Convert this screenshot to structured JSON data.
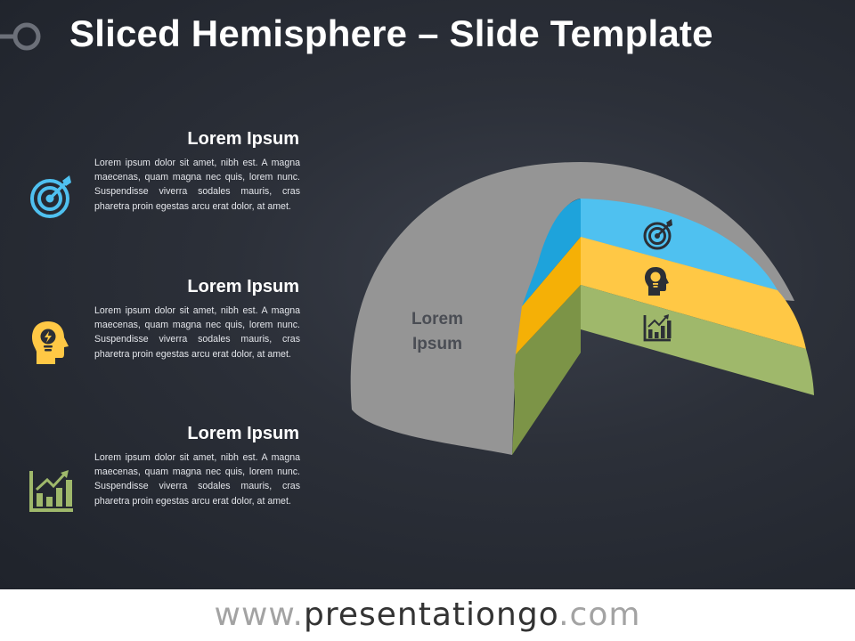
{
  "slide": {
    "title": "Sliced Hemisphere – Slide Template"
  },
  "items": [
    {
      "heading": "Lorem Ipsum",
      "body": "Lorem ipsum dolor sit amet, nibh est. A magna maecenas, quam magna nec quis, lorem nunc. Suspendisse viverra sodales mauris, cras pharetra proin egestas arcu erat dolor, at amet.",
      "icon": "target-icon",
      "color": "#4FC1F0"
    },
    {
      "heading": "Lorem Ipsum",
      "body": "Lorem ipsum dolor sit amet, nibh est. A magna maecenas, quam magna nec quis, lorem nunc. Suspendisse viverra sodales mauris, cras pharetra proin egestas arcu erat dolor, at amet.",
      "icon": "head-lightbulb-icon",
      "color": "#FFC845"
    },
    {
      "heading": "Lorem Ipsum",
      "body": "Lorem ipsum dolor sit amet, nibh est. A magna maecenas, quam magna nec quis, lorem nunc. Suspendisse viverra sodales mauris, cras pharetra proin egestas arcu erat dolor, at amet.",
      "icon": "growth-chart-icon",
      "color": "#9FB86B"
    }
  ],
  "diagram": {
    "label_line1": "Lorem",
    "label_line2": "Ipsum",
    "hemisphere_color": "#959595"
  },
  "footer": {
    "prefix": "www.",
    "brand": "presentationgo",
    "suffix": ".com"
  }
}
